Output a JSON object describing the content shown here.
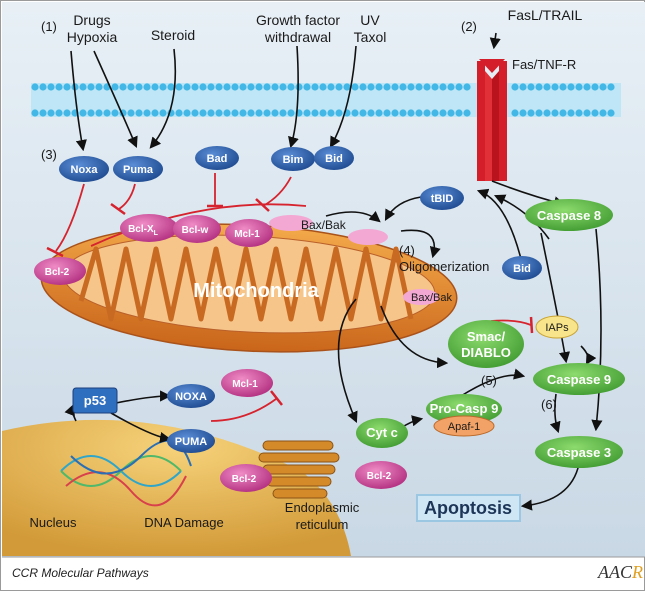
{
  "figure": {
    "numbers": [
      "(1)",
      "(2)",
      "(3)",
      "(4)",
      "(5)",
      "(6)"
    ],
    "stimuli": {
      "drugs_line1": "Drugs",
      "drugs_line2": "Hypoxia",
      "steroid": "Steroid",
      "growth_line1": "Growth factor",
      "growth_line2": "withdrawal",
      "uv_line1": "UV",
      "uv_line2": "Taxol",
      "fasl": "FasL/TRAIL",
      "fas_receptor": "Fas/TNF-R"
    },
    "bh3": {
      "noxa": "Noxa",
      "puma": "Puma",
      "bad": "Bad",
      "bim": "Bim",
      "bid": "Bid",
      "tbid": "tBID",
      "bid_lower": "Bid"
    },
    "anti_apoptotic": {
      "bcl2_left": "Bcl-2",
      "bclxl": "Bcl-X",
      "bclxl_sub": "L",
      "bclw": "Bcl-w",
      "mcl1_top": "Mcl-1",
      "mcl1_mid": "Mcl-1",
      "bcl2_bottom": "Bcl-2",
      "bcl2_er": "Bcl-2"
    },
    "bax_bak_top": "Bax/Bak",
    "bax_bak_right": "Bax/Bak",
    "oligomerization": "Oligomerization",
    "mitochondria": "Mitochondria",
    "caspase8": "Caspase 8",
    "smac_line1": "Smac/",
    "smac_line2": "DIABLO",
    "iaps": "IAPs",
    "caspase9": "Caspase 9",
    "procasp9": "Pro-Casp 9",
    "apaf1": "Apaf-1",
    "cytc": "Cyt c",
    "caspase3": "Caspase 3",
    "p53": "p53",
    "noxa_nuc": "NOXA",
    "puma_nuc": "PUMA",
    "nucleus": "Nucleus",
    "dna_damage": "DNA Damage",
    "er_line1": "Endoplasmic",
    "er_line2": "reticulum",
    "apoptosis": "Apoptosis"
  },
  "footer": {
    "title": "CCR Molecular Pathways",
    "logo": "AACR"
  },
  "colors": {
    "background": "#dbe6ef",
    "membrane": "#43b8e6",
    "receptor": "#d41f2a",
    "bh3_blue": "#2b5aa4",
    "bcl_pink": "#cf4f9c",
    "caspase_green": "#5db845",
    "mitochondria": "#e68a2e",
    "inhibit_red": "#d6232e"
  }
}
